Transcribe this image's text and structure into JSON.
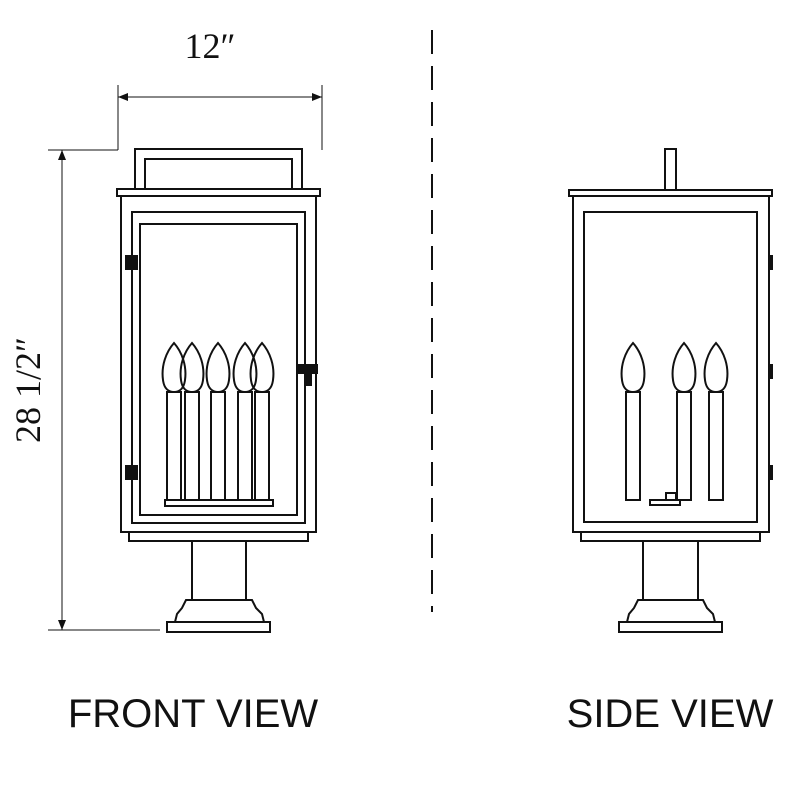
{
  "dimensions": {
    "width_label": "12″",
    "height_label": "28 1/2″"
  },
  "views": {
    "front_label": "FRONT VIEW",
    "side_label": "SIDE VIEW"
  },
  "front_view": {
    "candle_count": 5
  },
  "side_view": {
    "candle_count": 3
  }
}
